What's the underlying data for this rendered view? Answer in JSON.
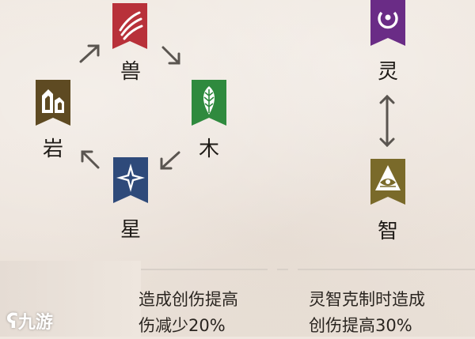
{
  "elements": {
    "beast": {
      "label": "兽",
      "color": "#b8313a",
      "icon": "claw-marks-icon"
    },
    "wood": {
      "label": "木",
      "color": "#2f8a3e",
      "icon": "leaf-icon"
    },
    "star": {
      "label": "星",
      "color": "#2e4a7a",
      "icon": "four-point-star-icon"
    },
    "rock": {
      "label": "岩",
      "color": "#5e4a22",
      "icon": "rock-tower-icon"
    },
    "spirit": {
      "label": "灵",
      "color": "#6a2c86",
      "icon": "spirit-orb-icon"
    },
    "wisdom": {
      "label": "智",
      "color": "#7a6a2a",
      "icon": "eye-pyramid-icon"
    }
  },
  "notes": {
    "left_line1": "造成创伤提高",
    "left_line2": "伤减少20%",
    "right_line1": "灵智克制时造成",
    "right_line2": "创伤提高30%"
  },
  "watermark": {
    "text": "九游",
    "glyph": "ʕ"
  },
  "colors": {
    "arrow": "#5a5550",
    "background": "#ede4dc"
  }
}
